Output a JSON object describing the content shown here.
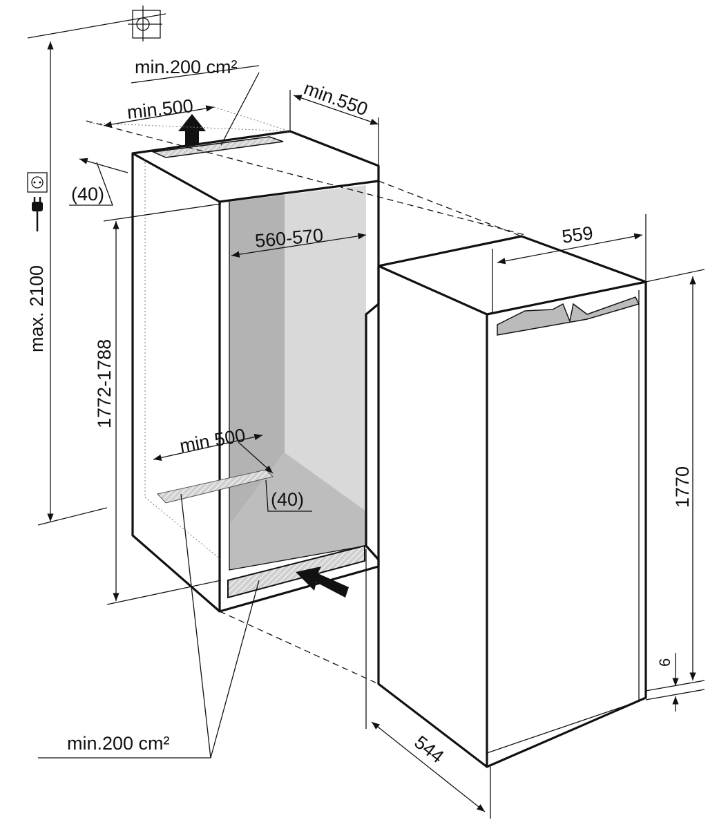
{
  "title": "Built-in refrigerator installation dimensions",
  "labels": {
    "top_vent_area": "min.200 cm²",
    "top_vent_width": "min.500",
    "niche_depth": "min.550",
    "top_vent_gap": "(40)",
    "niche_inner_width": "560-570",
    "max_height": "max. 2100",
    "niche_height": "1772-1788",
    "bottom_vent_width": "min 500",
    "bottom_vent_gap": "(40)",
    "bottom_vent_area": "min.200 cm²",
    "appliance_width": "559",
    "appliance_height": "1770",
    "foot_height": "6",
    "appliance_depth": "544"
  },
  "icons": [
    "grounding-cross-icon",
    "power-socket-icon",
    "power-plug-icon",
    "airflow-arrow-icon"
  ],
  "colors": {
    "line": "#111111",
    "interior_dark": "#b3b3b3",
    "interior_light": "#d9d9d9",
    "vent": "#c8c8c8"
  }
}
